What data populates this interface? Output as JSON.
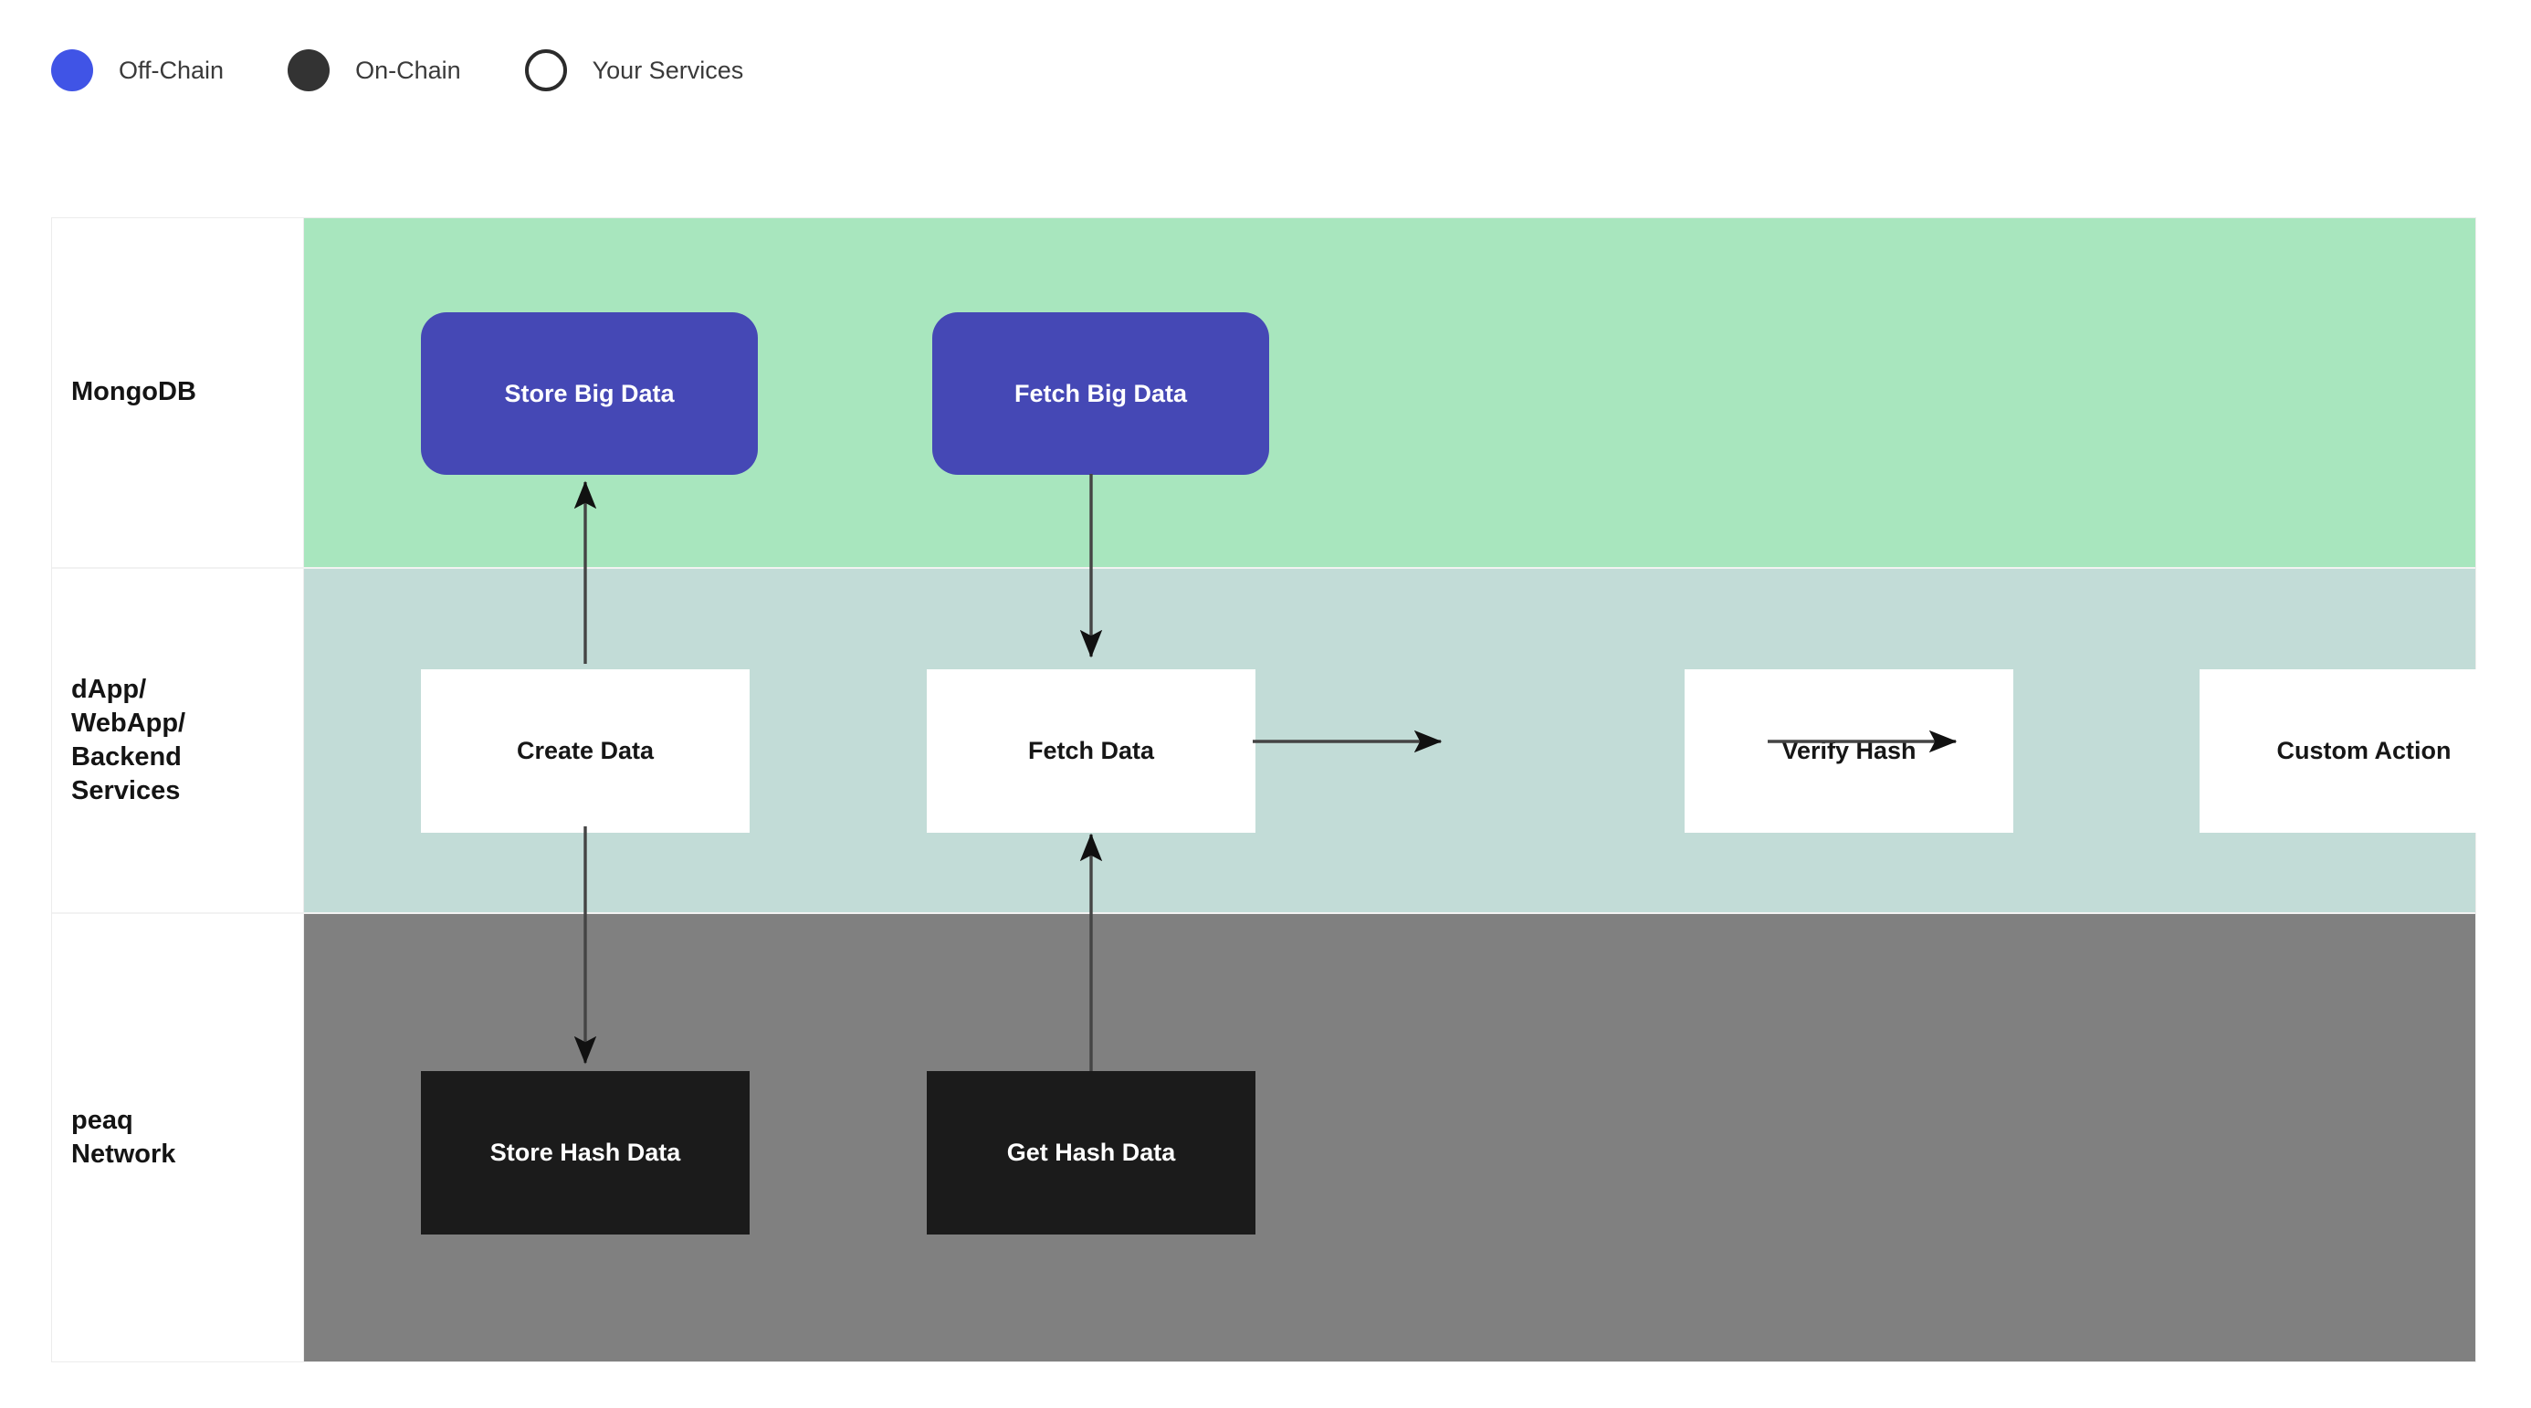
{
  "legend": {
    "items": [
      {
        "label": "Off-Chain",
        "icon": "filled-circle-icon",
        "color": "#4054E6"
      },
      {
        "label": "On-Chain",
        "icon": "filled-circle-icon",
        "color": "#333333"
      },
      {
        "label": "Your Services",
        "icon": "outline-circle-icon",
        "color": "#FFFFFF"
      }
    ]
  },
  "diagram": {
    "type": "swimlane-flowchart",
    "lanes": [
      {
        "label": "MongoDB",
        "band_color": "#A8E6BE",
        "category": "Off-Chain",
        "nodes": [
          {
            "label": "Store Big Data",
            "style": "offchain"
          },
          {
            "label": "Fetch Big Data",
            "style": "offchain"
          }
        ]
      },
      {
        "label": "dApp/\nWebApp/\nBackend\nServices",
        "band_color": "#C2DCD7",
        "category": "Your Services",
        "nodes": [
          {
            "label": "Create Data",
            "style": "service"
          },
          {
            "label": "Fetch Data",
            "style": "service"
          },
          {
            "label": "Verify Hash",
            "style": "service"
          },
          {
            "label": "Custom Action",
            "style": "service"
          }
        ]
      },
      {
        "label": "peaq\nNetwork",
        "band_color": "#808080",
        "category": "On-Chain",
        "nodes": [
          {
            "label": "Store Hash Data",
            "style": "onchain"
          },
          {
            "label": "Get Hash Data",
            "style": "onchain"
          }
        ]
      }
    ],
    "connections": [
      {
        "from": "Create Data",
        "to": "Store Big Data",
        "direction": "up"
      },
      {
        "from": "Create Data",
        "to": "Store Hash Data",
        "direction": "down"
      },
      {
        "from": "Fetch Big Data",
        "to": "Fetch Data",
        "direction": "down"
      },
      {
        "from": "Get Hash Data",
        "to": "Fetch Data",
        "direction": "up"
      },
      {
        "from": "Fetch Data",
        "to": "Verify Hash",
        "direction": "right"
      },
      {
        "from": "Verify Hash",
        "to": "Custom Action",
        "direction": "right"
      }
    ]
  }
}
